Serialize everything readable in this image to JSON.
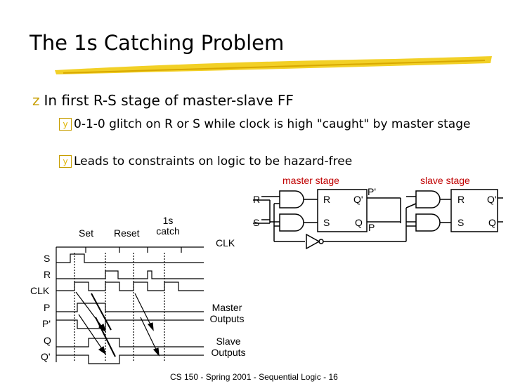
{
  "slide": {
    "title": "The 1s Catching Problem",
    "bullet": "In first R-S stage of master-slave FF",
    "sub1": "0-1-0 glitch on R or S while clock is high \"caught\" by master stage",
    "sub2": "Leads to constraints on logic to be hazard-free",
    "footer": "CS 150 - Spring 2001 - Sequential Logic - 16"
  },
  "circuit": {
    "master_label": "master stage",
    "slave_label": "slave stage",
    "in_r": "R",
    "in_s": "S",
    "m_r": "R",
    "m_s": "S",
    "m_qp": "Q'",
    "m_q": "Q",
    "p_prime": "P'",
    "p": "P",
    "s_r": "R",
    "s_s": "S",
    "s_qp": "Q'",
    "s_q": "Q",
    "clk": "CLK"
  },
  "timing": {
    "col_set": "Set",
    "col_reset": "Reset",
    "col_catch": "1s catch",
    "signals": [
      "S",
      "R",
      "CLK",
      "P",
      "P'",
      "Q",
      "Q'"
    ],
    "master_outputs": "Master Outputs",
    "slave_outputs": "Slave Outputs"
  },
  "colors": {
    "stage_label": "#c00000",
    "bullet": "#c79e00",
    "underline": "#f0c800"
  }
}
